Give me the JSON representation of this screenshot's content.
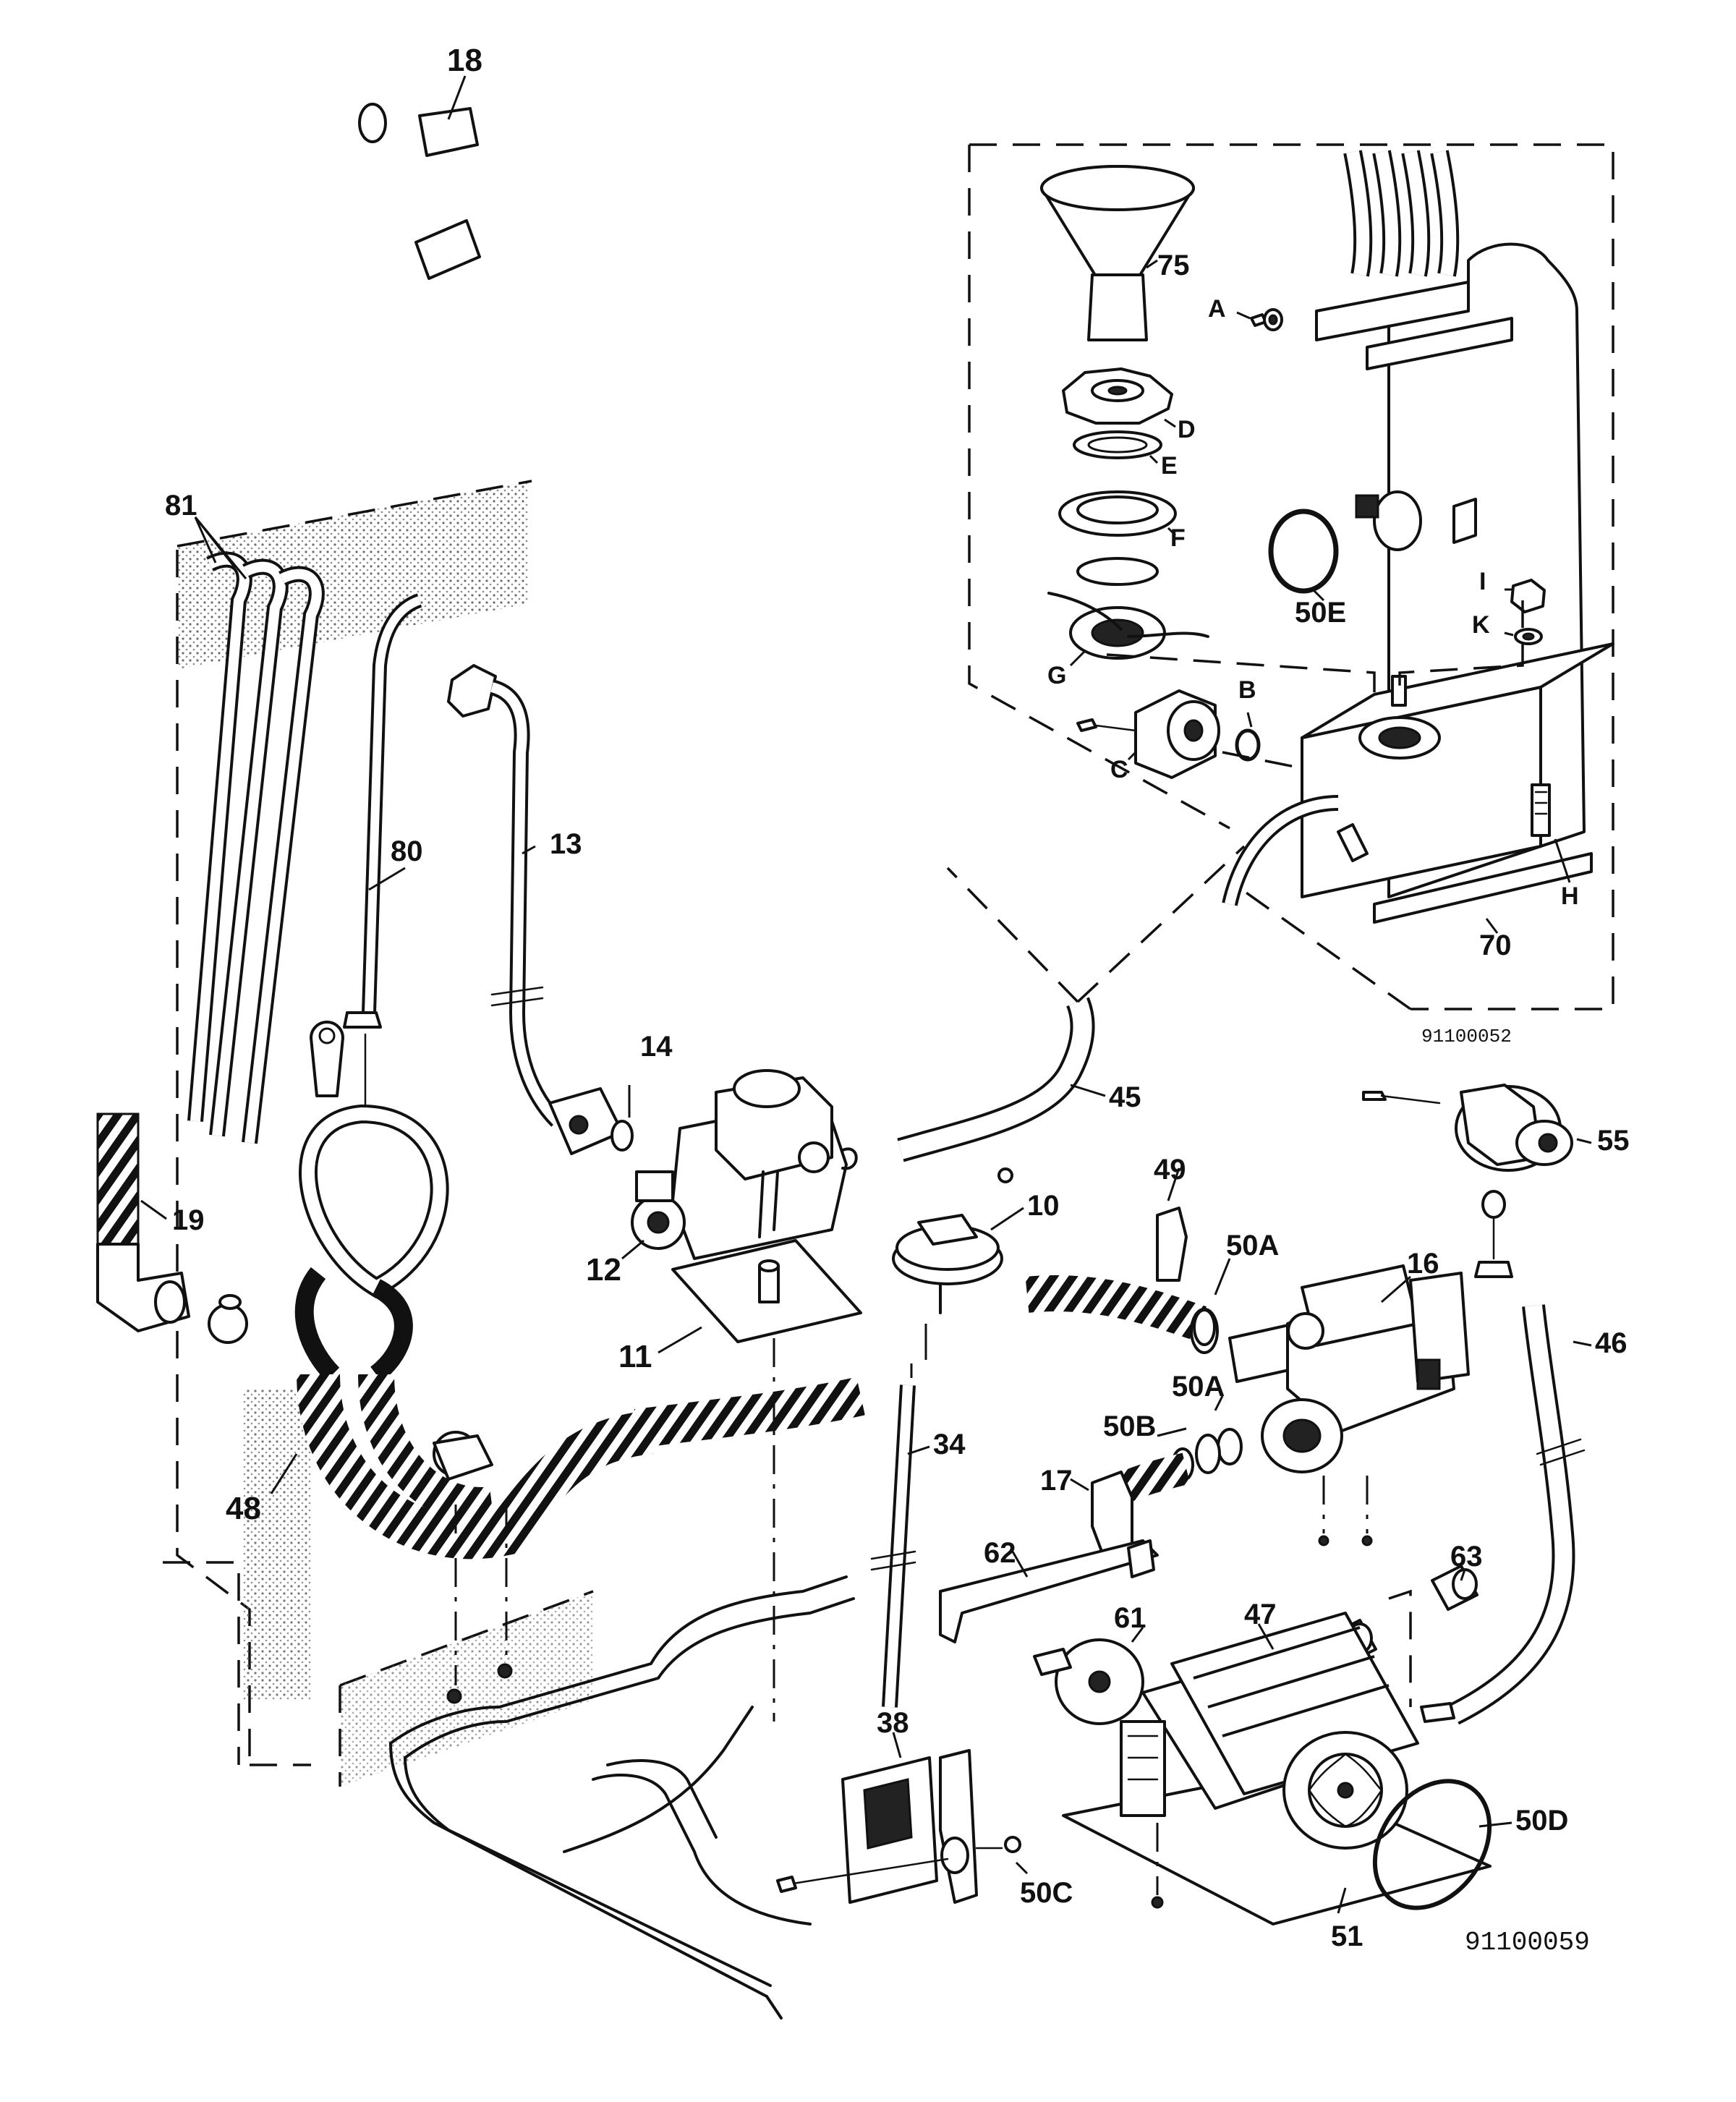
{
  "drawing_codes": {
    "inset": "91100052",
    "main": "91100059"
  },
  "labels": {
    "p18": "18",
    "p81": "81",
    "p80": "80",
    "p13": "13",
    "p14": "14",
    "p12": "12",
    "p11": "11",
    "p19": "19",
    "p48": "48",
    "p45": "45",
    "p10": "10",
    "p49": "49",
    "p50A_top": "50A",
    "p16": "16",
    "p50A_mid": "50A",
    "p50B": "50B",
    "p17": "17",
    "p34": "34",
    "p62": "62",
    "p61": "61",
    "p47": "47",
    "p63": "63",
    "p46": "46",
    "p55": "55",
    "p38": "38",
    "p50C": "50C",
    "p51": "51",
    "p50D": "50D",
    "p75": "75",
    "pA": "A",
    "pD": "D",
    "pE": "E",
    "pF": "F",
    "pG": "G",
    "pB": "B",
    "pC": "C",
    "p50E": "50E",
    "pI": "I",
    "pK": "K",
    "pH": "H",
    "p70": "70"
  }
}
